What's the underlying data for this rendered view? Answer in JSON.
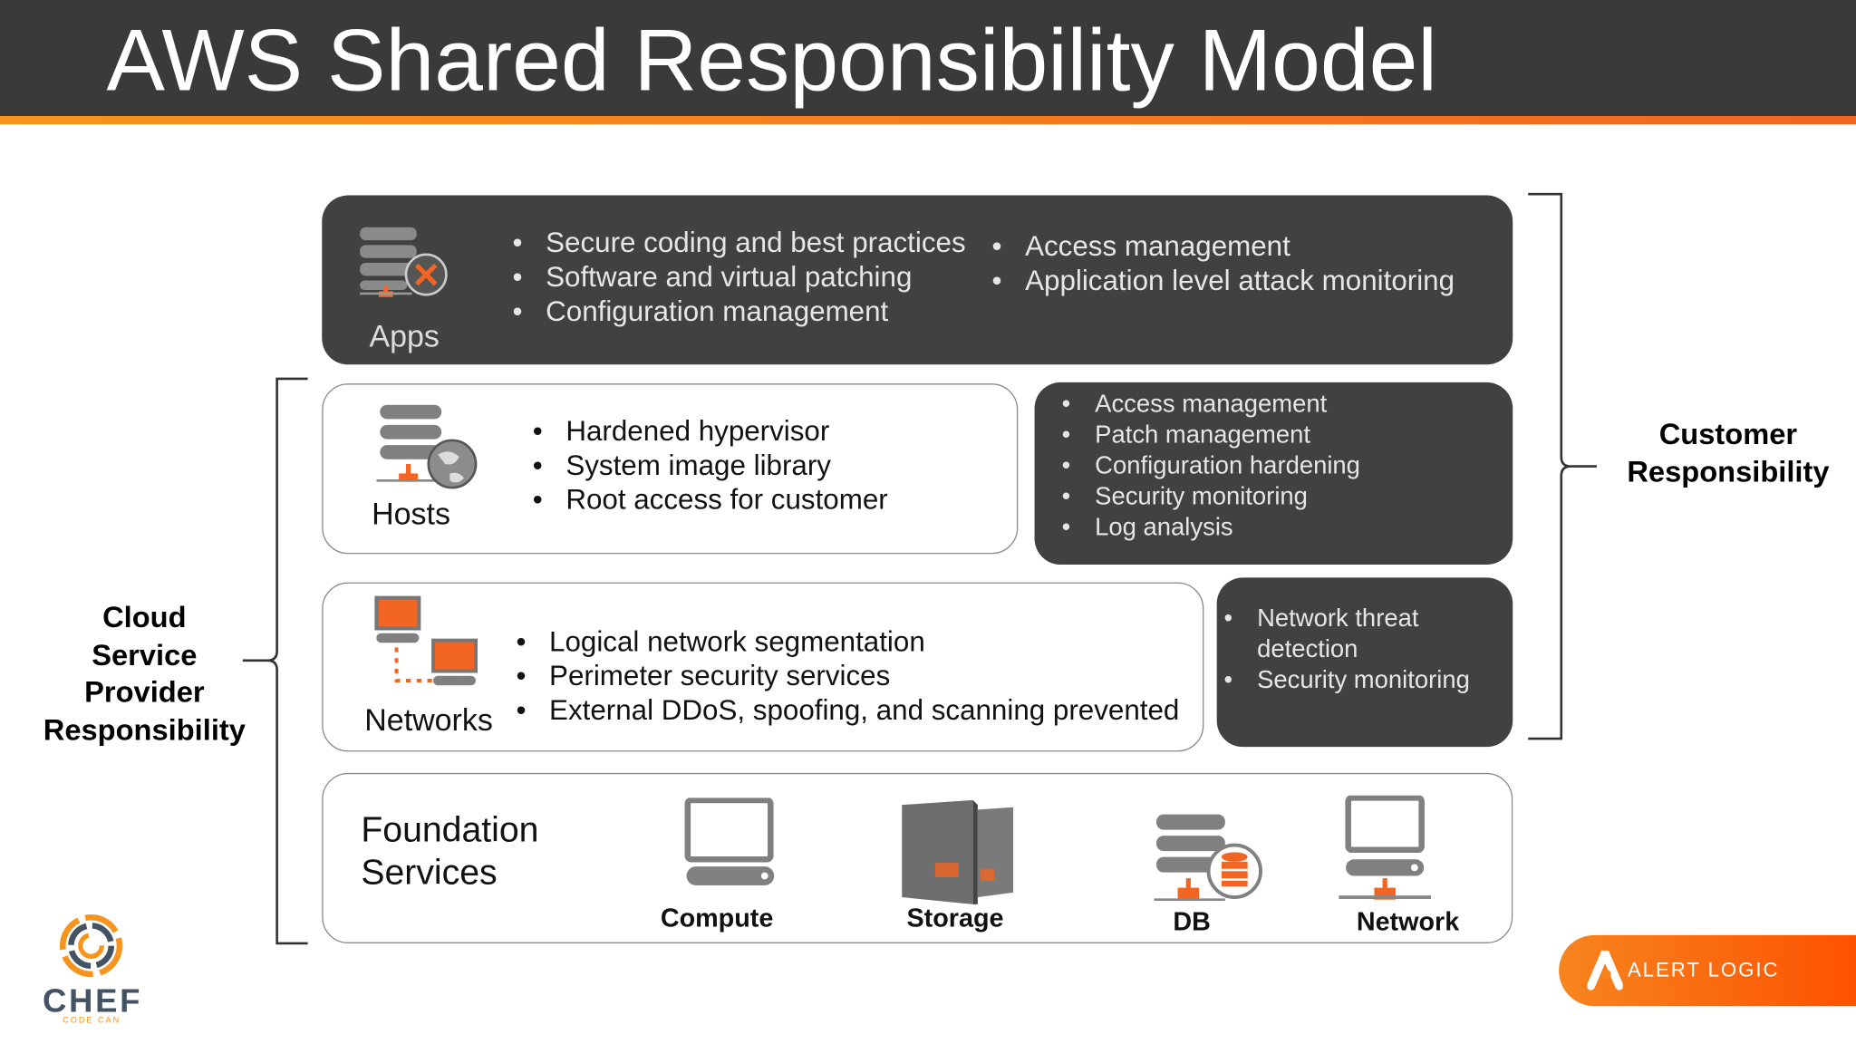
{
  "title": "AWS Shared Responsibility Model",
  "layers": {
    "apps": {
      "label": "Apps",
      "col1": [
        "Secure coding and best practices",
        "Software and virtual patching",
        "Configuration management"
      ],
      "col2": [
        "Access management",
        "Application level attack monitoring"
      ]
    },
    "hosts": {
      "label": "Hosts",
      "provider": [
        "Hardened hypervisor",
        "System image library",
        "Root access for customer"
      ],
      "customer": [
        "Access management",
        "Patch management",
        "Configuration hardening",
        "Security monitoring",
        "Log analysis"
      ]
    },
    "networks": {
      "label": "Networks",
      "provider": [
        "Logical network segmentation",
        "Perimeter security services",
        "External DDoS, spoofing, and scanning prevented"
      ],
      "customer": [
        "Network threat detection",
        "Security monitoring"
      ]
    },
    "foundation": {
      "label_line1": "Foundation",
      "label_line2": "Services",
      "items": [
        "Compute",
        "Storage",
        "DB",
        "Network"
      ]
    }
  },
  "sides": {
    "provider": [
      "Cloud",
      "Service",
      "Provider",
      "Responsibility"
    ],
    "customer": [
      "Customer",
      "Responsibility"
    ]
  },
  "logos": {
    "chef": "CHEF",
    "chef_tagline": "CODE CAN",
    "alert_logic": "ALERT LOGIC"
  },
  "colors": {
    "header": "#3a3a3a",
    "accent": "#f26522",
    "dark_box": "#414141",
    "icon_gray": "#7f7f7f"
  }
}
